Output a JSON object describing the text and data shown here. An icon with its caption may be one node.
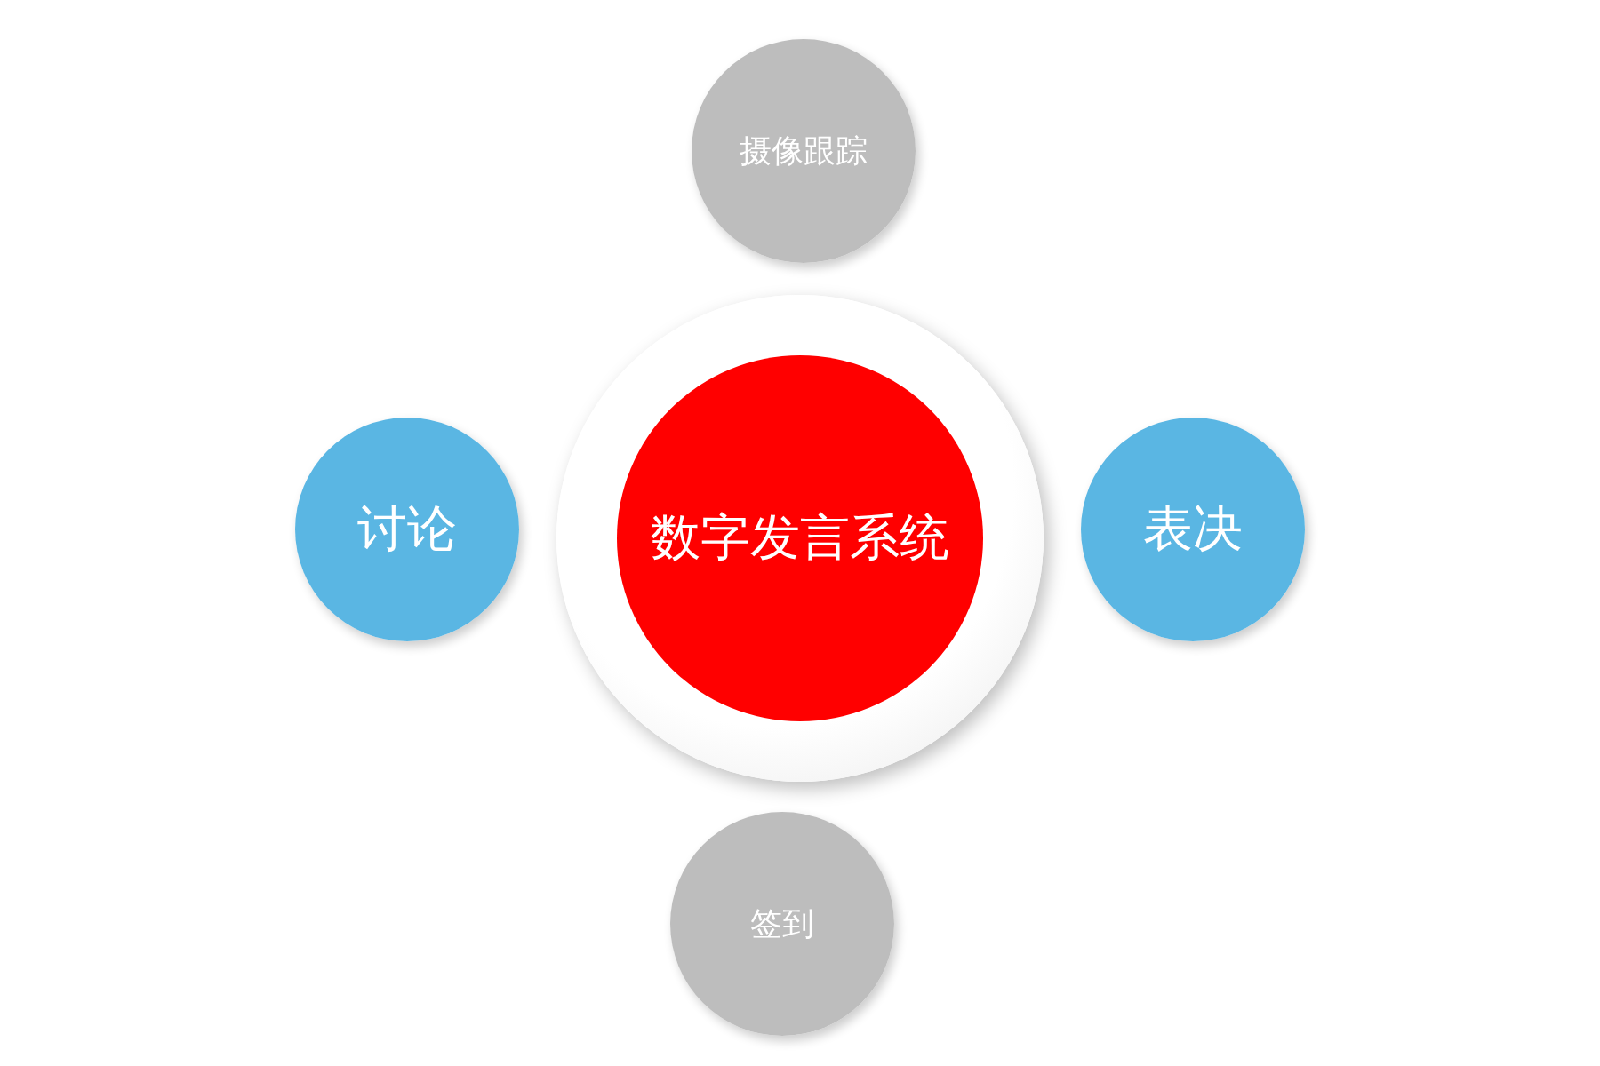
{
  "diagram": {
    "nodes": [
      {
        "text": [
          "摄像跟踪"
        ]
      },
      {
        "text": [
          "讨论"
        ]
      },
      {
        "text": [
          "数字发言系统"
        ]
      },
      {
        "text": [
          "表决"
        ]
      },
      {
        "text": [
          "签到"
        ]
      }
    ]
  }
}
